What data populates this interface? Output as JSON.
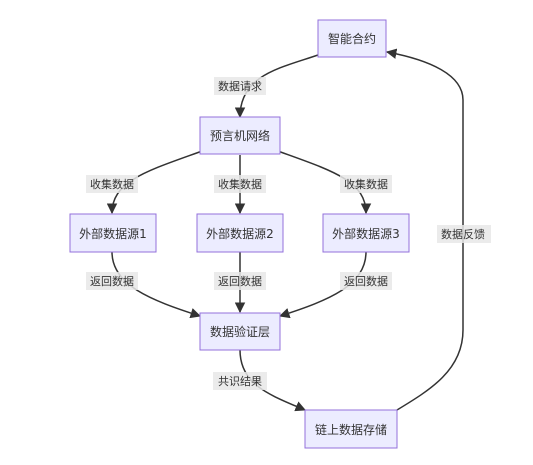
{
  "nodes": {
    "smart_contract": "智能合约",
    "oracle_network": "预言机网络",
    "source1": "外部数据源1",
    "source2": "外部数据源2",
    "source3": "外部数据源3",
    "validation_layer": "数据验证层",
    "onchain_storage": "链上数据存储"
  },
  "edges": {
    "request": "数据请求",
    "collect1": "收集数据",
    "collect2": "收集数据",
    "collect3": "收集数据",
    "return1": "返回数据",
    "return2": "返回数据",
    "return3": "返回数据",
    "consensus": "共识结果",
    "feedback": "数据反馈"
  },
  "colors": {
    "node_fill": "#ECECFF",
    "node_stroke": "#9370DB",
    "edge": "#333333",
    "label_bg": "#e8e8e8"
  }
}
